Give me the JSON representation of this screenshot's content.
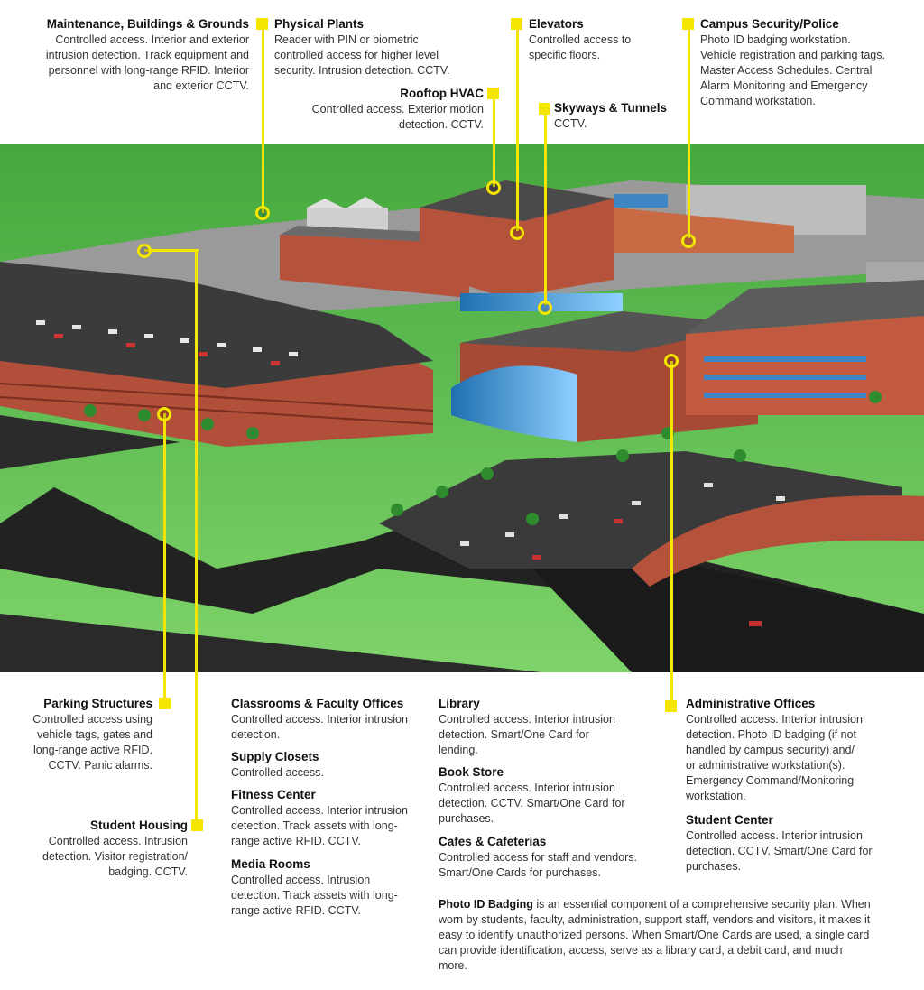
{
  "top": [
    {
      "title": "Maintenance, Buildings & Grounds",
      "desc": "Controlled access. Interior and exterior\nintrusion detection. Track equipment and\npersonnel with long-range RFID. Interior\nand exterior CCTV."
    },
    {
      "title": "Physical Plants",
      "desc": "Reader with PIN or biometric\ncontrolled access for higher level\nsecurity. Intrusion detection. CCTV."
    },
    {
      "title": "Rooftop HVAC",
      "desc": "Controlled access. Exterior motion\ndetection. CCTV."
    },
    {
      "title": "Elevators",
      "desc": "Controlled access to\nspecific floors."
    },
    {
      "title": "Skyways & Tunnels",
      "desc": "CCTV."
    },
    {
      "title": "Campus Security/Police",
      "desc": "Photo ID badging workstation.\nVehicle registration and parking tags.\nMaster Access Schedules. Central\nAlarm Monitoring and Emergency\nCommand workstation."
    }
  ],
  "bottom": [
    {
      "title": "Parking Structures",
      "desc": "Controlled access using\nvehicle tags, gates and\nlong-range active RFID.\nCCTV. Panic alarms."
    },
    {
      "title": "Student Housing",
      "desc": "Controlled access. Intrusion\ndetection. Visitor registration/\nbadging. CCTV."
    },
    {
      "title": "Classrooms & Faculty Offices",
      "desc": "Controlled access. Interior intrusion\ndetection."
    },
    {
      "title": "Supply Closets",
      "desc": "Controlled access."
    },
    {
      "title": "Fitness Center",
      "desc": "Controlled access. Interior intrusion\ndetection. Track assets with long-\nrange active RFID. CCTV."
    },
    {
      "title": "Media Rooms",
      "desc": "Controlled access. Intrusion\ndetection. Track assets with long-\nrange active RFID. CCTV."
    },
    {
      "title": "Library",
      "desc": "Controlled access. Interior intrusion\ndetection. Smart/One Card for\nlending."
    },
    {
      "title": "Book Store",
      "desc": "Controlled access. Interior intrusion\ndetection. CCTV. Smart/One Card for\npurchases."
    },
    {
      "title": "Cafes & Cafeterias",
      "desc": "Controlled access for staff and vendors.\nSmart/One Cards for purchases."
    },
    {
      "title": "Administrative Offices",
      "desc": "Controlled access. Interior intrusion\ndetection. Photo ID badging (if not\nhandled by campus security) and/\nor administrative workstation(s).\nEmergency Command/Monitoring\nworkstation."
    },
    {
      "title": "Student Center",
      "desc": "Controlled access. Interior intrusion\ndetection. CCTV. Smart/One Card for\npurchases."
    }
  ],
  "badging": {
    "title": "Photo ID Badging",
    "text": " is an essential component of a comprehensive security plan. When worn by students, faculty, administration, support staff, vendors and visitors, it makes it easy to identify unauthorized persons. When Smart/One Cards are used, a single card can provide identification, access, serve as a library card, a debit card, and much more."
  },
  "colors": {
    "accent": "#f4e600",
    "grass": "#3fa33a",
    "brick": "#b5523b",
    "roof": "#505050",
    "road": "#1c1c1c"
  }
}
